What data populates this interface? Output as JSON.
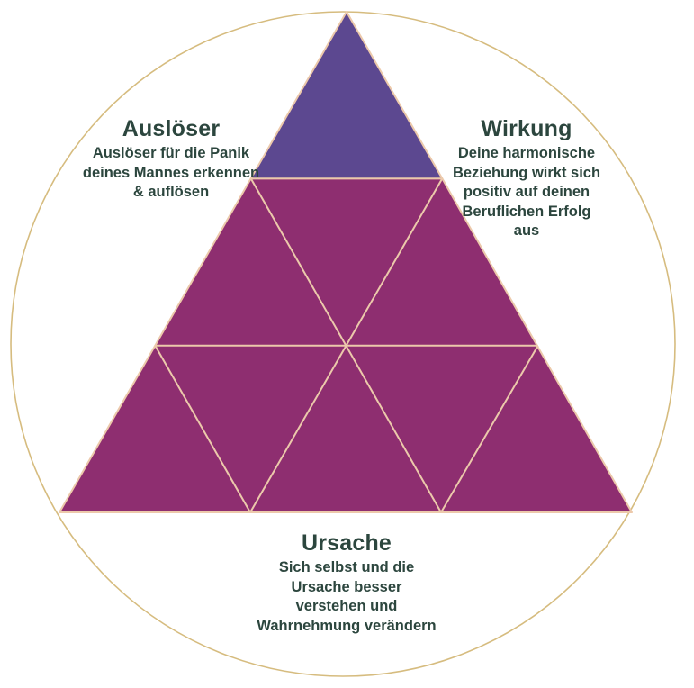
{
  "labels": {
    "ausloeser": {
      "title": "Auslöser",
      "lines": [
        "Auslöser für die Panik",
        "deines Mannes erkennen",
        "& auflösen"
      ]
    },
    "wirkung": {
      "title": "Wirkung",
      "lines": [
        "Deine harmonische",
        "Beziehung wirkt sich",
        "positiv auf deinen",
        "Beruflichen Erfolg",
        "aus"
      ]
    },
    "ursache": {
      "title": "Ursache",
      "lines": [
        "Sich selbst und die",
        "Ursache besser",
        "verstehen und",
        "Wahrnehmung verändern"
      ]
    }
  },
  "colors": {
    "background": "#ffffff",
    "circle_stroke": "#d6bc7f",
    "grid_line": "#ecc9ab",
    "apex_fill": "#5c4890",
    "body_fill": "#8e2e70",
    "text": "#2c463e"
  }
}
